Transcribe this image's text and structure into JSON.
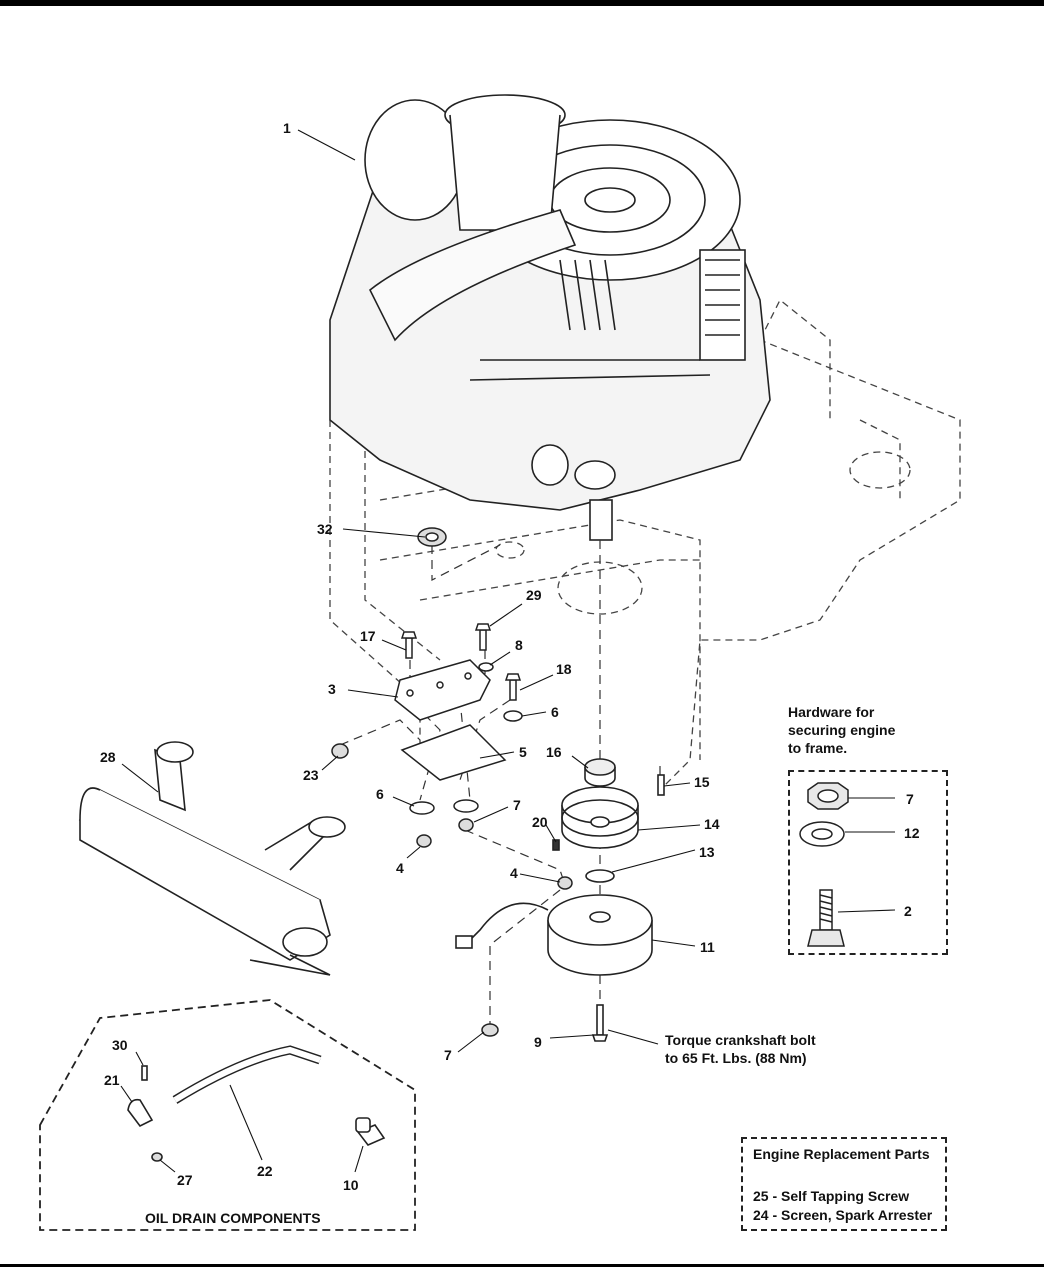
{
  "callouts": [
    "1",
    "32",
    "29",
    "17",
    "8",
    "3",
    "18",
    "6",
    "23",
    "5",
    "16",
    "15",
    "6",
    "7",
    "20",
    "14",
    "4",
    "4",
    "13",
    "11",
    "9",
    "7",
    "28",
    "30",
    "21",
    "22",
    "27",
    "10",
    "7",
    "12",
    "2"
  ],
  "notes": {
    "hardware_title": [
      "Hardware for",
      "securing engine",
      "to frame."
    ],
    "torque": [
      "Torque crankshaft bolt",
      "to 65 Ft. Lbs. (88 Nm)"
    ],
    "oil_drain": "OIL DRAIN COMPONENTS",
    "replacement_title": "Engine Replacement Parts",
    "replacement_items": [
      "25 - Self Tapping Screw",
      "24 - Screen, Spark Arrester"
    ]
  }
}
